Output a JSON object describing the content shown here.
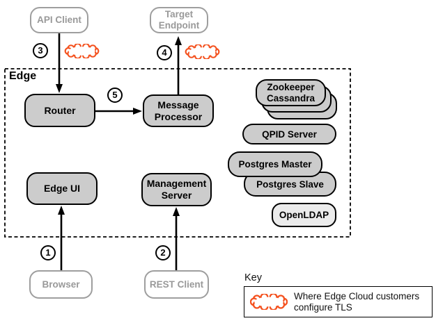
{
  "edge_label": "Edge",
  "nodes": {
    "api_client": "API Client",
    "target_endpoint": "Target Endpoint",
    "router": "Router",
    "message_processor": "Message Processor",
    "zookeeper": "Zookeeper",
    "cassandra": "Cassandra",
    "qpid_server": "QPID Server",
    "postgres_master": "Postgres Master",
    "postgres_slave": "Postgres Slave",
    "openldap": "OpenLDAP",
    "edge_ui": "Edge UI",
    "management_server": "Management Server",
    "browser": "Browser",
    "rest_client": "REST Client"
  },
  "steps": [
    "1",
    "2",
    "3",
    "4",
    "5"
  ],
  "connections": [
    {
      "from": "Browser",
      "to": "Edge UI",
      "step": "1",
      "tls_cloud": false
    },
    {
      "from": "REST Client",
      "to": "Management Server",
      "step": "2",
      "tls_cloud": false
    },
    {
      "from": "API Client",
      "to": "Router",
      "step": "3",
      "tls_cloud": true
    },
    {
      "from": "Message Processor",
      "to": "Target Endpoint",
      "step": "4",
      "tls_cloud": true
    },
    {
      "from": "Router",
      "to": "Message Processor",
      "step": "5",
      "tls_cloud": false
    }
  ],
  "key": {
    "title": "Key",
    "entry": "Where Edge Cloud customers configure TLS"
  },
  "icons": {
    "tls_cloud": "cloud-outline"
  },
  "colors": {
    "accent_orange": "#f4511e",
    "node_fill": "#cccccc",
    "openldap_fill": "#ebebeb",
    "external_gray": "#999999",
    "line_black": "#000000"
  }
}
